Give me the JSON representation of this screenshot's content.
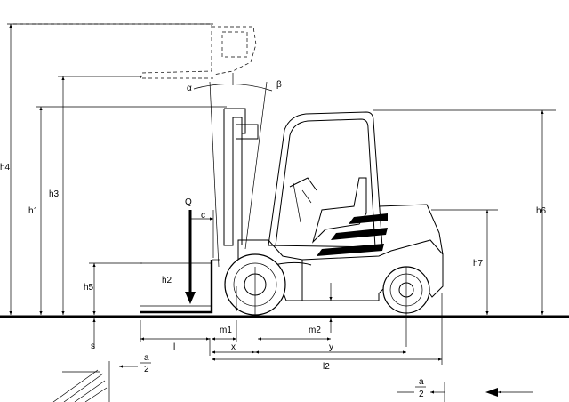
{
  "dimension_labels": {
    "h4": "h4",
    "h1": "h1",
    "h3": "h3",
    "h5": "h5",
    "h2": "h2",
    "h6": "h6",
    "h7": "h7",
    "Q": "Q",
    "c": "c",
    "alpha": "α",
    "beta": "β",
    "s": "s",
    "l": "l",
    "m1": "m1",
    "x": "x",
    "m2": "m2",
    "y": "y",
    "l2": "l2",
    "a": "a",
    "two": "2"
  }
}
